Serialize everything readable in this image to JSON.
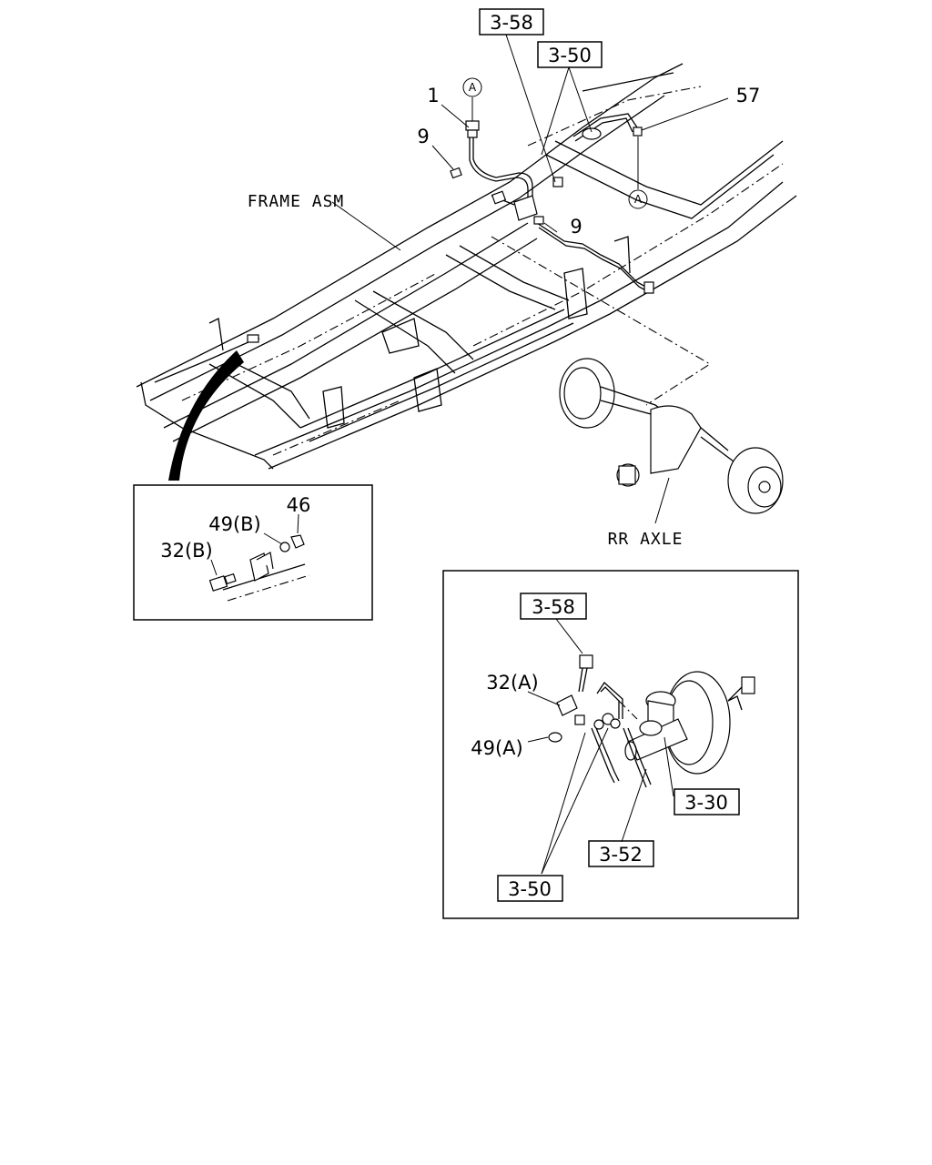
{
  "main_view": {
    "refs": {
      "ref_358_top": "3-58",
      "ref_350_top": "3-50"
    },
    "callouts": {
      "part_1": "1",
      "part_9_left": "9",
      "part_9_right": "9",
      "part_57": "57",
      "circle_a_top": "A",
      "circle_a_right": "A"
    },
    "frame_label": "FRAME ASM",
    "axle_label": "RR AXLE"
  },
  "detail_left": {
    "part_46": "46",
    "part_49b": "49(B)",
    "part_32b": "32(B)"
  },
  "detail_right": {
    "ref_358": "3-58",
    "ref_330": "3-30",
    "ref_352": "3-52",
    "ref_350": "3-50",
    "part_32a": "32(A)",
    "part_49a": "49(A)"
  }
}
